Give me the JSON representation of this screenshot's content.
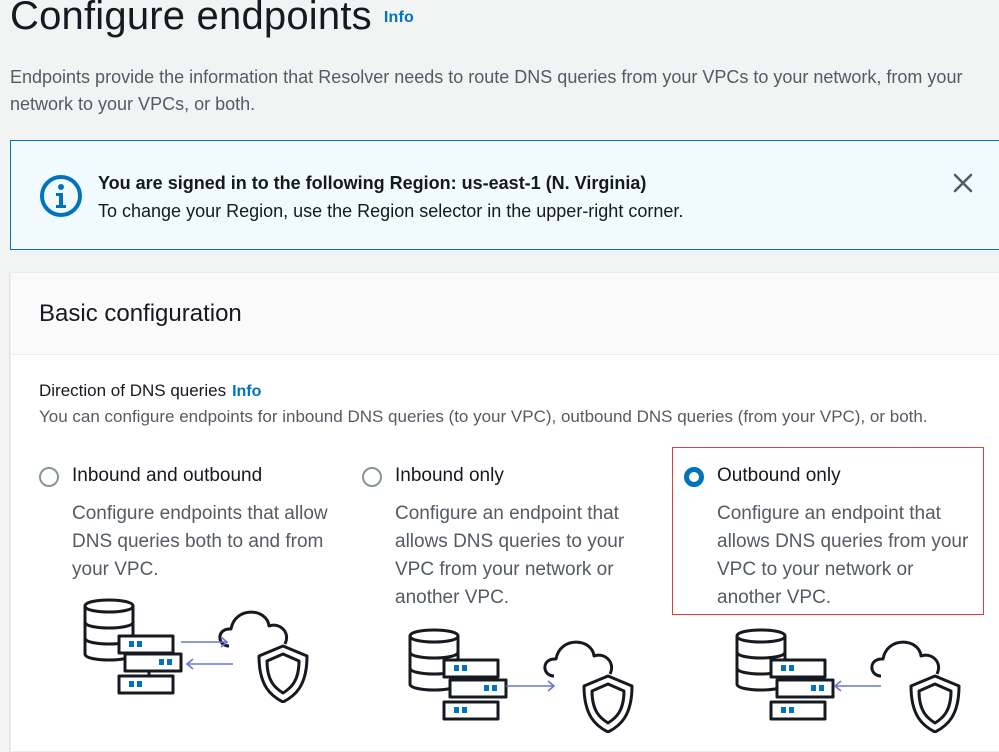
{
  "header": {
    "title": "Configure endpoints",
    "info_label": "Info",
    "description": "Endpoints provide the information that Resolver needs to route DNS queries from your VPCs to your network, from your network to your VPCs, or both."
  },
  "alert": {
    "title": "You are signed in to the following Region: us-east-1 (N. Virginia)",
    "text": "To change your Region, use the Region selector in the upper-right corner."
  },
  "basic_config": {
    "title": "Basic configuration",
    "direction_label": "Direction of DNS queries",
    "direction_info": "Info",
    "direction_description": "You can configure endpoints for inbound DNS queries (to your VPC), outbound DNS queries (from your VPC), or both.",
    "options": [
      {
        "label": "Inbound and outbound",
        "description": "Configure endpoints that allow DNS queries both to and from your VPC.",
        "selected": false
      },
      {
        "label": "Inbound only",
        "description": "Configure an endpoint that allows DNS queries to your VPC from your network or another VPC.",
        "selected": false
      },
      {
        "label": "Outbound only",
        "description": "Configure an endpoint that allows DNS queries from your VPC to your network or another VPC.",
        "selected": true
      }
    ]
  },
  "colors": {
    "link": "#0073bb",
    "alert_border": "#0073bb",
    "alert_bg": "#f1faff",
    "radio_selected": "#0073bb",
    "highlight_border": "#e0403c"
  },
  "icons": {
    "alert": "info-circle-icon",
    "close": "close-icon",
    "illustration": "server-cloud-shield-icon"
  }
}
